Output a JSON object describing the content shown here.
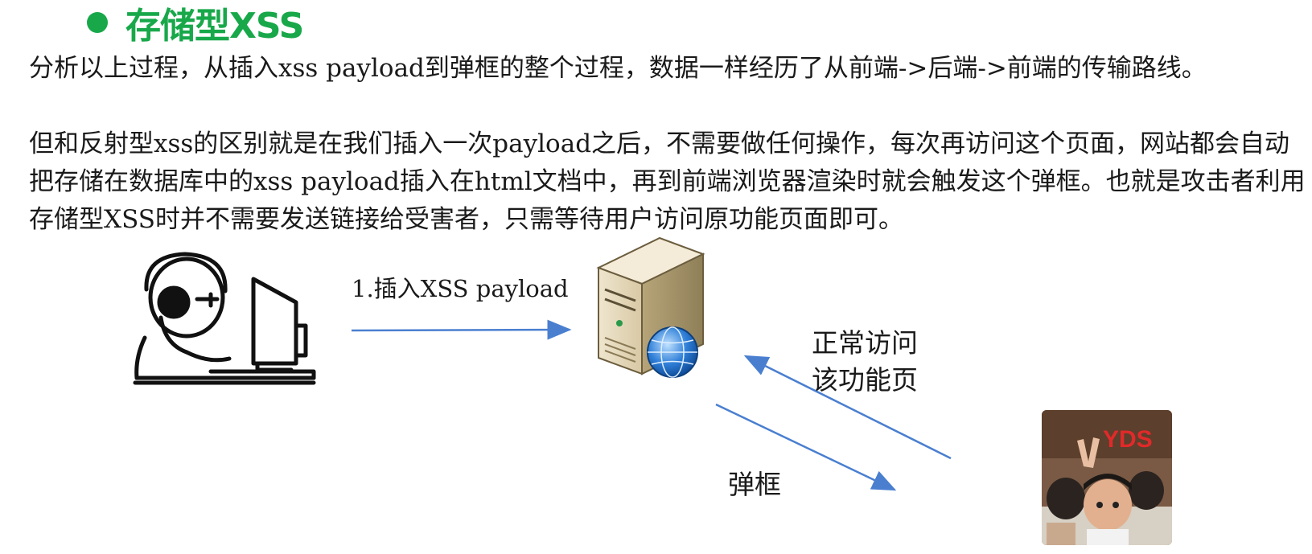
{
  "heading": "存储型XSS",
  "paragraphs": [
    "分析以上过程，从插入xss payload到弹框的整个过程，数据一样经历了从前端->后端->前端的传输路线。",
    "但和反射型xss的区别就是在我们插入一次payload之后，不需要做任何操作，每次再访问这个页面，网站都会自动把存储在数据库中的xss payload插入在html文档中，再到前端浏览器渲染时就会触发这个弹框。也就是攻击者利用存储型XSS时并不需要发送链接给受害者，只需等待用户访问原功能页面即可。"
  ],
  "diagram": {
    "step1_label": "1.插入XSS payload",
    "normal_visit_line1": "正常访问",
    "normal_visit_line2": "该功能页",
    "popup_label": "弹框",
    "photo_caption": "YDS"
  },
  "colors": {
    "accent_green": "#18a84a",
    "arrow_blue": "#4a7fd0",
    "photo_caption_red": "#e02a2a"
  }
}
